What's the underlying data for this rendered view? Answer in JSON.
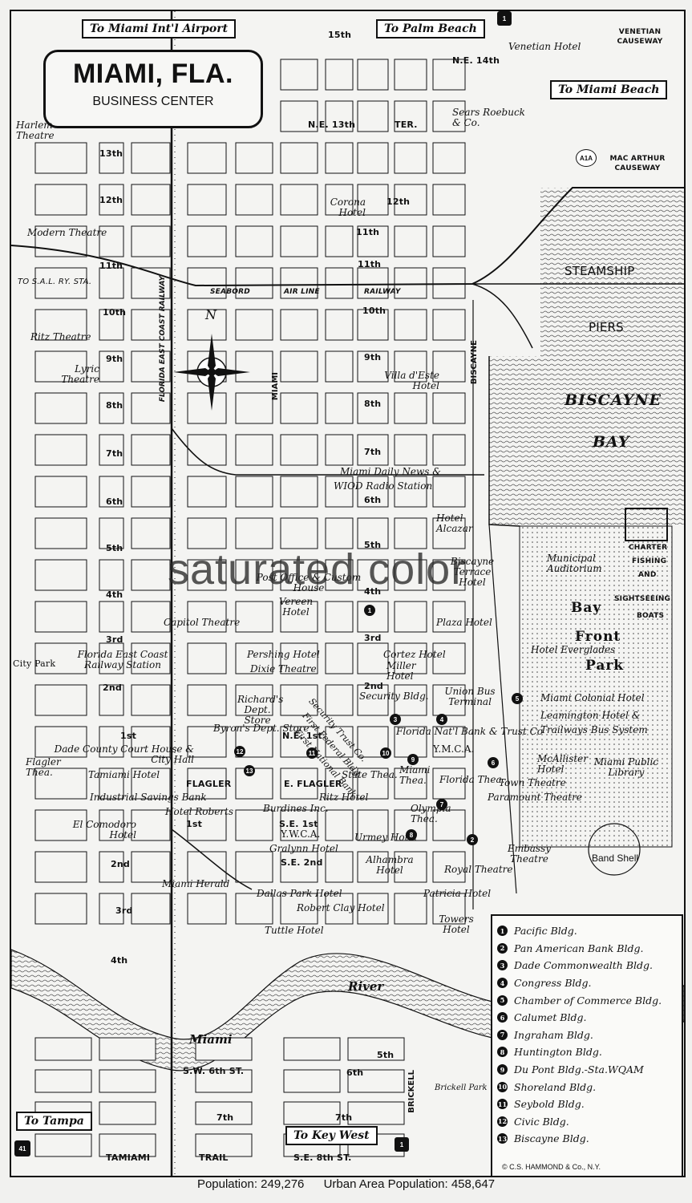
{
  "title": {
    "main": "MIAMI, FLA.",
    "sub": "BUSINESS CENTER"
  },
  "direction_signs": {
    "airport": "To Miami Int'l Airport",
    "palm_beach": "To Palm Beach",
    "miami_beach": "To Miami Beach",
    "tampa": "To Tampa",
    "key_west": "To Key West"
  },
  "route_shields": {
    "us1_top": "1",
    "us1_bottom": "1",
    "us41": "41",
    "a1a": "A1A"
  },
  "compass": {
    "north": "N"
  },
  "water": {
    "bay_line1": "BISCAYNE",
    "bay_line2": "BAY",
    "river_part1": "Miami",
    "river_part2": "River"
  },
  "areas": {
    "steamship": "STEAMSHIP",
    "piers": "PIERS",
    "bayfront_line1": "Bay",
    "bayfront_line2": "Front",
    "bayfront_line3": "Park",
    "city_park": "City Park",
    "brickell_park": "Brickell Park",
    "charter1": "CHARTER",
    "charter2": "FISHING",
    "charter3": "AND",
    "charter4": "SIGHTSEEING",
    "charter5": "BOATS",
    "band_shell": "Band Shell",
    "venetian_causeway": "VENETIAN CAUSEWAY",
    "macarthur_causeway": "MAC ARTHUR CAUSEWAY"
  },
  "streets": {
    "ne15": "15th",
    "ne14": "N.E. 14th",
    "ne13": "N.E. 13th",
    "ne13ter": "TER.",
    "nw13": "13th",
    "nw12": "12th",
    "ne12": "12th",
    "n11": "11th",
    "ne11": "11th",
    "nw11": "11th",
    "nw10": "10th",
    "ne10": "10th",
    "nw9": "9th",
    "ne9": "9th",
    "nw8": "8th",
    "ne8": "8th",
    "nw7": "7th",
    "ne7": "7th",
    "nw6": "6th",
    "ne6": "6th",
    "nw5": "5th",
    "ne5": "5th",
    "nw4": "4th",
    "ne4": "4th",
    "nw3": "3rd",
    "ne3": "3rd",
    "nw2": "2nd",
    "ne2": "2nd",
    "nw1": "1st",
    "ne1": "N.E. 1st",
    "flagler_w": "FLAGLER",
    "flagler_e": "E. FLAGLER",
    "sw1": "1st",
    "se1": "S.E. 1st",
    "sw2": "2nd",
    "se2": "S.E. 2nd",
    "sw3": "3rd",
    "sw4": "4th",
    "se5": "5th",
    "sw6": "S.W. 6th ST.",
    "se6": "6th",
    "sw7": "7th",
    "se7": "7th",
    "tamiami": "TAMIAMI",
    "trail": "TRAIL",
    "se8": "S.E. 8th ST.",
    "miami_ave": "MIAMI",
    "biscayne_blvd": "BISCAYNE",
    "brickell": "BRICKELL",
    "seaboard": "SEABORD",
    "air_line": "AIR LINE",
    "railway": "RAILWAY",
    "fec_railway": "FLORIDA EAST COAST RAILWAY",
    "sal": "TO S.A.L. RY. STA."
  },
  "places": {
    "harlem": "Harlem Theatre",
    "modern": "Modern Theatre",
    "ritz_w": "Ritz Theatre",
    "lyric": "Lyric Theatre",
    "sears": "Sears Roebuck & Co.",
    "venetian_hotel": "Venetian Hotel",
    "corona": "Corona Hotel",
    "villa": "Villa d'Este Hotel",
    "daily_news": "Miami Daily News &",
    "wiod": "WIOD Radio Station",
    "alcazar": "Hotel Alcazar",
    "biscayne_terrace": "Biscayne Terrace Hotel",
    "auditorium": "Municipal Auditorium",
    "post_office": "Post Office & Custom House",
    "vereen": "Vereen Hotel",
    "capitol": "Capitol Theatre",
    "plaza": "Plaza Hotel",
    "everglades": "Hotel Everglades",
    "fec_station": "Florida East Coast Railway Station",
    "pershing": "Pershing Hotel",
    "dixie": "Dixie Theatre",
    "cortez": "Cortez Hotel",
    "miller": "Miller Hotel",
    "richards": "Richard's Dept. Store",
    "security": "Security Bldg.",
    "union_bus": "Union Bus Terminal",
    "miami_colonial": "Miami Colonial Hotel",
    "leamington": "Leamington Hotel &",
    "trailways": "Trailways Bus System",
    "court_house": "Dade County Court House & City Hall",
    "byrons": "Byron's Dept. Store",
    "florida_natl": "Florida Nat'l Bank & Trust Co",
    "ymca": "Y.M.C.A.",
    "mcallister": "McAllister Hotel",
    "library": "Miami Public Library",
    "flagler_thea": "Flagler Thea.",
    "tamiami_hotel": "Tamiami Hotel",
    "town": "Town Theatre",
    "paramount": "Paramount Theatre",
    "state": "State Thea.",
    "miami_thea": "Miami Thea.",
    "florida_thea": "Florida Thea.",
    "industrial": "Industrial Savings Bank",
    "hotel_roberts": "Hotel Roberts",
    "burdines": "Burdines Inc.",
    "ritz_hotel": "Ritz Hotel",
    "olympia": "Olympia Thea.",
    "el_comodoro": "El Comodoro Hotel",
    "ywca": "Y.W.C.A.",
    "gralynn": "Gralynn Hotel",
    "urmey": "Urmey Hotel",
    "alhambra": "Alhambra Hotel",
    "embassy": "Embassy Theatre",
    "royal": "Royal Theatre",
    "miami_herald": "Miami Herald",
    "dallas": "Dallas Park Hotel",
    "robert_clay": "Robert Clay Hotel",
    "patricia": "Patricia Hotel",
    "towers": "Towers Hotel",
    "tuttle": "Tuttle Hotel",
    "security_trust": "Security Trust Co.",
    "first_federal": "First Federal Bldg.",
    "first_national": "First National Bank"
  },
  "legend": [
    {
      "n": "1",
      "name": "Pacific Bldg."
    },
    {
      "n": "2",
      "name": "Pan American Bank Bldg."
    },
    {
      "n": "3",
      "name": "Dade Commonwealth Bldg."
    },
    {
      "n": "4",
      "name": "Congress Bldg."
    },
    {
      "n": "5",
      "name": "Chamber of Commerce Bldg."
    },
    {
      "n": "6",
      "name": "Calumet Bldg."
    },
    {
      "n": "7",
      "name": "Ingraham Bldg."
    },
    {
      "n": "8",
      "name": "Huntington Bldg."
    },
    {
      "n": "9",
      "name": "Du Pont Bldg.-Sta.WQAM"
    },
    {
      "n": "10",
      "name": "Shoreland Bldg."
    },
    {
      "n": "11",
      "name": "Seybold Bldg."
    },
    {
      "n": "12",
      "name": "Civic Bldg."
    },
    {
      "n": "13",
      "name": "Biscayne Bldg."
    }
  ],
  "credit": "© C.S. HAMMOND & Co., N.Y.",
  "watermark": "saturated color",
  "footer": {
    "population": "Population: 249,276",
    "urban": "Urban Area Population: 458,647"
  }
}
